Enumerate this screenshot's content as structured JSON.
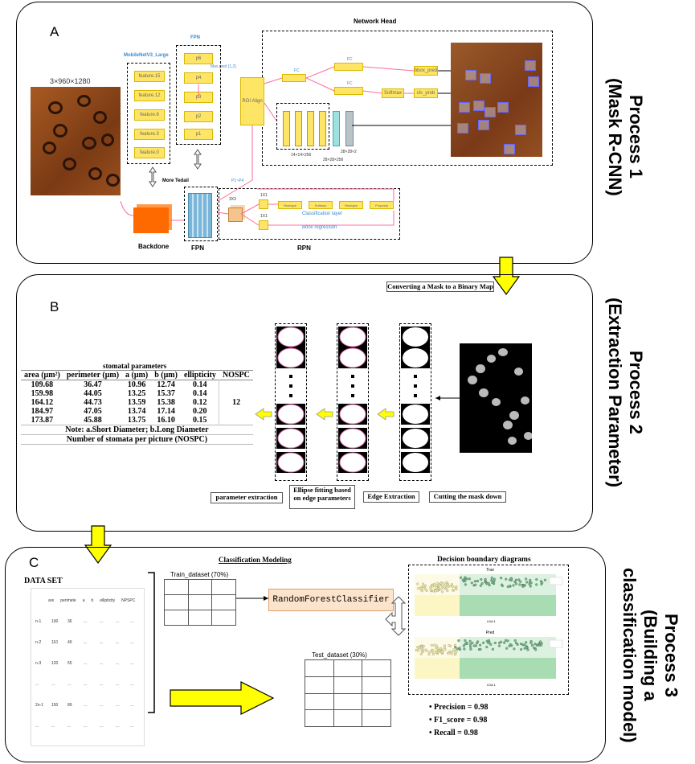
{
  "panel_a": {
    "label": "A",
    "process_title": "Process 1\n(Mask R-CNN)",
    "input_dims": "3×960×1280",
    "mobilenet_title": "MobileNetV3_Large",
    "features": [
      "feature.15",
      "feature.12",
      "feature.6",
      "feature.3",
      "feature.0"
    ],
    "fpn_title": "FPN",
    "fpn_levels": [
      "p6",
      "p4",
      "p3",
      "p2",
      "p1"
    ],
    "maxpool_label": "Max pool (1,2)",
    "more_detail": "More Tedail",
    "network_head": "Network Head",
    "roi_align": "ROI Align",
    "fc_labels": [
      "FC",
      "FC",
      "FC"
    ],
    "bbox_pred": "bbox_pred",
    "softmax": "Softmax",
    "cls_prob": "cls_prob",
    "conv_dims": [
      "14×14×256",
      "28×28×256",
      "28×28×2"
    ],
    "p_labels": "P1~P4",
    "backbone": "Backdone",
    "fpn_bottom": "FPN",
    "rpn": "RPN",
    "conv3": "3X3",
    "conv1a": "1X1",
    "conv1b": "1X1",
    "rpn_boxes": [
      "Reshape",
      "Softmax",
      "Reshape",
      "Proposal"
    ],
    "classification_layer": "Classification layer",
    "bbox_regression": "Bbox regression"
  },
  "panel_b": {
    "label": "B",
    "process_title": "Process 2\n(Extraction Parameter)",
    "converting": "Converting a Mask to a Binary Map",
    "table_title": "stomatal parameters",
    "headers": [
      "area (μm²)",
      "perimeter (μm)",
      "a (μm)",
      "b (μm)",
      "ellipticity",
      "NOSPC"
    ],
    "rows": [
      [
        "109.68",
        "36.47",
        "10.96",
        "12.74",
        "0.14"
      ],
      [
        "159.98",
        "44.05",
        "13.25",
        "15.37",
        "0.14"
      ],
      [
        "164.12",
        "44.73",
        "13.59",
        "15.38",
        "0.12"
      ],
      [
        "184.97",
        "47.05",
        "13.74",
        "17.14",
        "0.20"
      ],
      [
        "173.87",
        "45.88",
        "13.75",
        "16.10",
        "0.15"
      ]
    ],
    "nospc_value": "12",
    "note1": "Note: a.Short Diameter; b.Long Diameter",
    "note2": "Number of stomata per picture (NOSPC)",
    "captions": [
      "parameter extraction",
      "Ellipse fitting based on edge parameters",
      "Edge Extraction",
      "Cutting the mask down"
    ]
  },
  "panel_c": {
    "label": "C",
    "process_title": "Process 3\n(Building a\nclassification model)",
    "dataset_title": "DATA SET",
    "dataset_headers": [
      "are",
      "perimete",
      "a",
      "b",
      "ellipticity",
      "NPSPC"
    ],
    "dataset_rows": [
      [
        "n-1",
        "100",
        "36",
        "...",
        "...",
        "...",
        "..."
      ],
      [
        "n-2",
        "110",
        "49",
        "...",
        "...",
        "...",
        "..."
      ],
      [
        "n-3",
        "120",
        "55",
        "...",
        "...",
        "...",
        "..."
      ],
      [
        "...",
        "...",
        "...",
        "...",
        "...",
        "...",
        "..."
      ],
      [
        "2n-1",
        "150",
        "89",
        "...",
        "...",
        "...",
        "..."
      ],
      [
        "...",
        "...",
        "...",
        "...",
        "...",
        "...",
        "..."
      ]
    ],
    "classification_modeling": "Classification Modeling",
    "train_label": "Train_dataset (70%)",
    "test_label": "Test_dataset (30%)",
    "classifier": "RandomForestClassifier",
    "decision_title": "Decision boundary diagrams",
    "plot_titles": [
      "True",
      "Pred"
    ],
    "x_axis_label": "LDA 1",
    "metrics": [
      "Precision = 0.98",
      "F1_score = 0.98",
      "Recall = 0.98"
    ]
  },
  "colors": {
    "yellow_box": "#ffe566",
    "orange_block": "#ff6a00",
    "blue_fpn": "#7ab6d9",
    "arrow_yellow": "#ffff00",
    "classifier_bg": "#fce4cc",
    "boundary_yellow": "#fbf6c4",
    "boundary_green": "#a8dcb2"
  }
}
